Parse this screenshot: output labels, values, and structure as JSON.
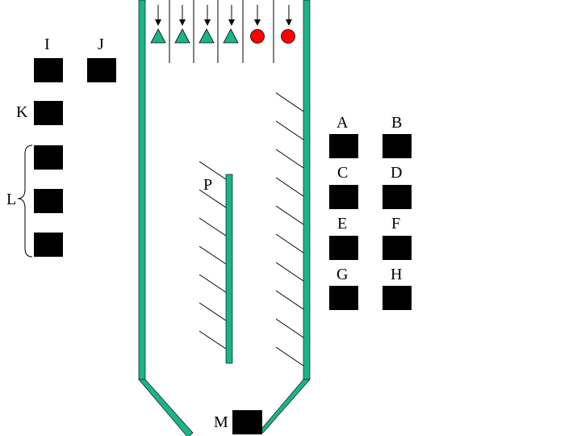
{
  "colors": {
    "wall": "#1bb388",
    "triangle": "#1bb388",
    "circle": "#ff0000",
    "block": "#000000",
    "line": "#000000"
  },
  "labels": {
    "I": "I",
    "J": "J",
    "K": "K",
    "L": "L",
    "A": "A",
    "B": "B",
    "C": "C",
    "D": "D",
    "E": "E",
    "F": "F",
    "G": "G",
    "H": "H",
    "P": "P",
    "M": "M"
  },
  "markers": {
    "triangles": 4,
    "circles": 2
  }
}
